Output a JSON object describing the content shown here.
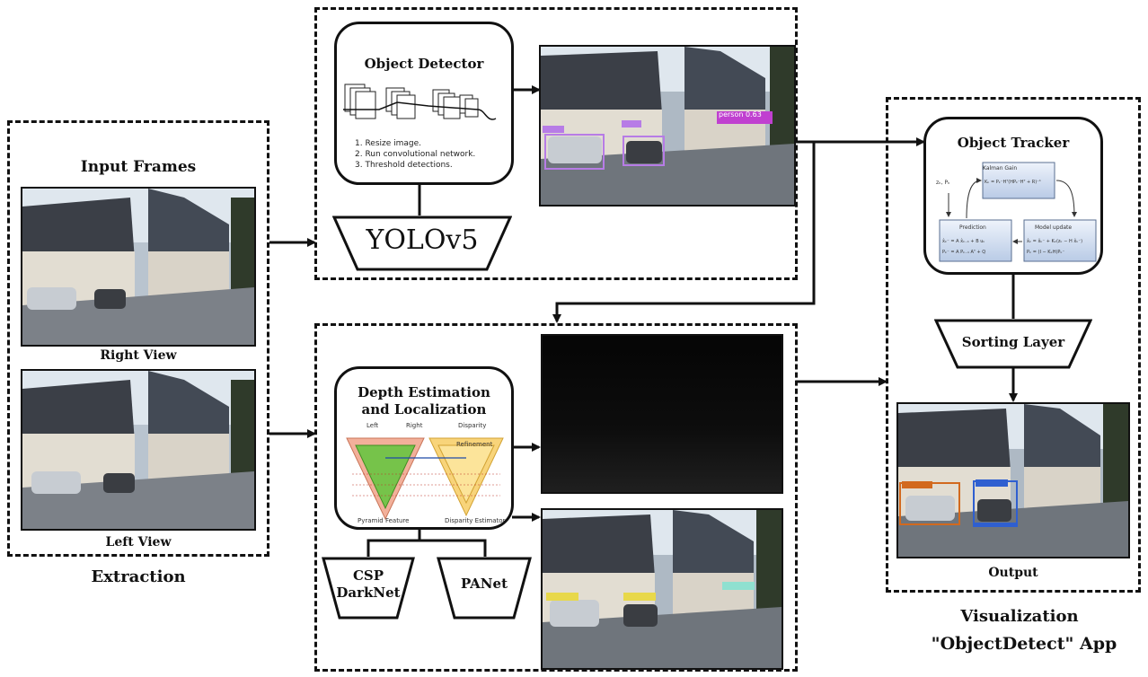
{
  "input": {
    "title": "Input Frames",
    "right_view": "Right View",
    "left_view": "Left View",
    "footer": "Extraction"
  },
  "detector": {
    "title": "Object Detector",
    "steps": [
      "1. Resize image.",
      "2. Run convolutional network.",
      "3. Threshold detections."
    ],
    "backbone": "YOLOv5",
    "detection_label": "person 0.63"
  },
  "depth": {
    "title_line1": "Depth Estimation",
    "title_line2": "and Localization",
    "sub_left": "Left",
    "sub_right": "Right",
    "sub_disparity": "Disparity",
    "sub_refinement": "Refinement",
    "cap_left": "Pyramid Feature",
    "cap_right": "Disparity Estimator",
    "backbone1_line1": "CSP",
    "backbone1_line2": "DarkNet",
    "backbone2": "PANet"
  },
  "tracker": {
    "title": "Object Tracker",
    "box_top_title": "Kalman Gain",
    "box_top_eq": "Kₖ = Pₖ⁻Hᵀ(HPₖ⁻Hᵀ + R)⁻¹",
    "box_left_title": "Prediction",
    "box_left_eq1": "x̂ₖ⁻ = A x̂ₖ₋₁ + B uₖ",
    "box_left_eq2": "Pₖ⁻ = A Pₖ₋₁ Aᵀ + Q",
    "box_right_title": "Model update",
    "box_right_eq1": "x̂ₖ = x̂ₖ⁻ + Kₖ(zₖ − H x̂ₖ⁻)",
    "box_right_eq2": "Pₖ = (I − KₖH)Pₖ⁻",
    "input_symbol": "zₖ, Pₖ",
    "sorting": "Sorting Layer",
    "output": "Output"
  },
  "visualization": {
    "line1": "Visualization",
    "line2": "\"ObjectDetect\" App"
  }
}
